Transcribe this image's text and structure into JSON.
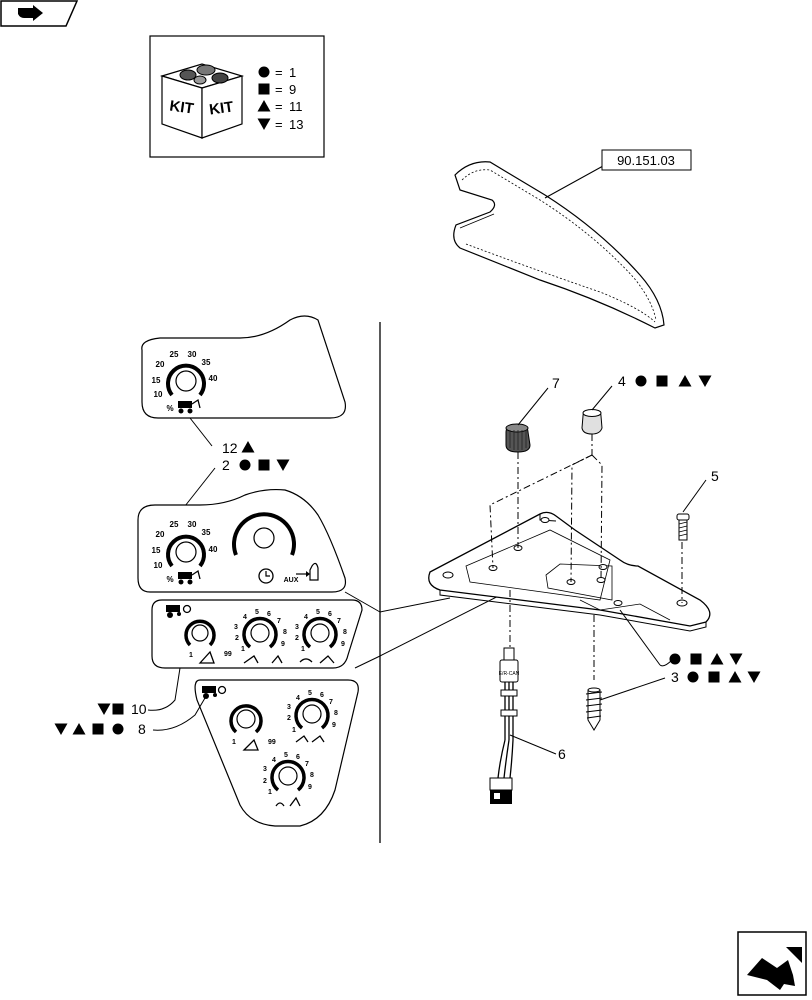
{
  "kit": {
    "label_left": "KIT",
    "label_right": "KIT",
    "legend": [
      {
        "symbol": "circle",
        "value": "1"
      },
      {
        "symbol": "square",
        "value": "9"
      },
      {
        "symbol": "triangle-up",
        "value": "11"
      },
      {
        "symbol": "triangle-down",
        "value": "13"
      }
    ],
    "eq": "="
  },
  "reference": "90.151.03",
  "callouts": {
    "c12": "12",
    "c2": "2",
    "c10": "10",
    "c8": "8",
    "c7": "7",
    "c4": "4",
    "c5": "5",
    "c3": "3",
    "c6": "6"
  },
  "decal1": {
    "scale": [
      "10",
      "15",
      "20",
      "25",
      "30",
      "35",
      "40"
    ],
    "unit": "%"
  },
  "decal2": {
    "scale": [
      "10",
      "15",
      "20",
      "25",
      "30",
      "35",
      "40"
    ],
    "unit": "%",
    "aux": "AUX"
  },
  "decal3": {
    "dial1": [
      "1",
      "99"
    ],
    "dial2": [
      "1",
      "2",
      "3",
      "4",
      "5",
      "6",
      "7",
      "8",
      "9"
    ],
    "dial3": [
      "1",
      "2",
      "3",
      "4",
      "5",
      "6",
      "7",
      "8",
      "9"
    ]
  },
  "decal4": {
    "dial1": [
      "1",
      "99"
    ],
    "dial2": [
      "1",
      "2",
      "3",
      "4",
      "5",
      "6",
      "7",
      "8",
      "9"
    ],
    "dial3": [
      "1",
      "2",
      "3",
      "4",
      "5",
      "6",
      "7",
      "8",
      "9"
    ]
  },
  "harness_label": "E/R-CAN",
  "icons": [
    "nav-arrow-icon",
    "kit-box-icon",
    "nav-corner-arrow-icon"
  ]
}
